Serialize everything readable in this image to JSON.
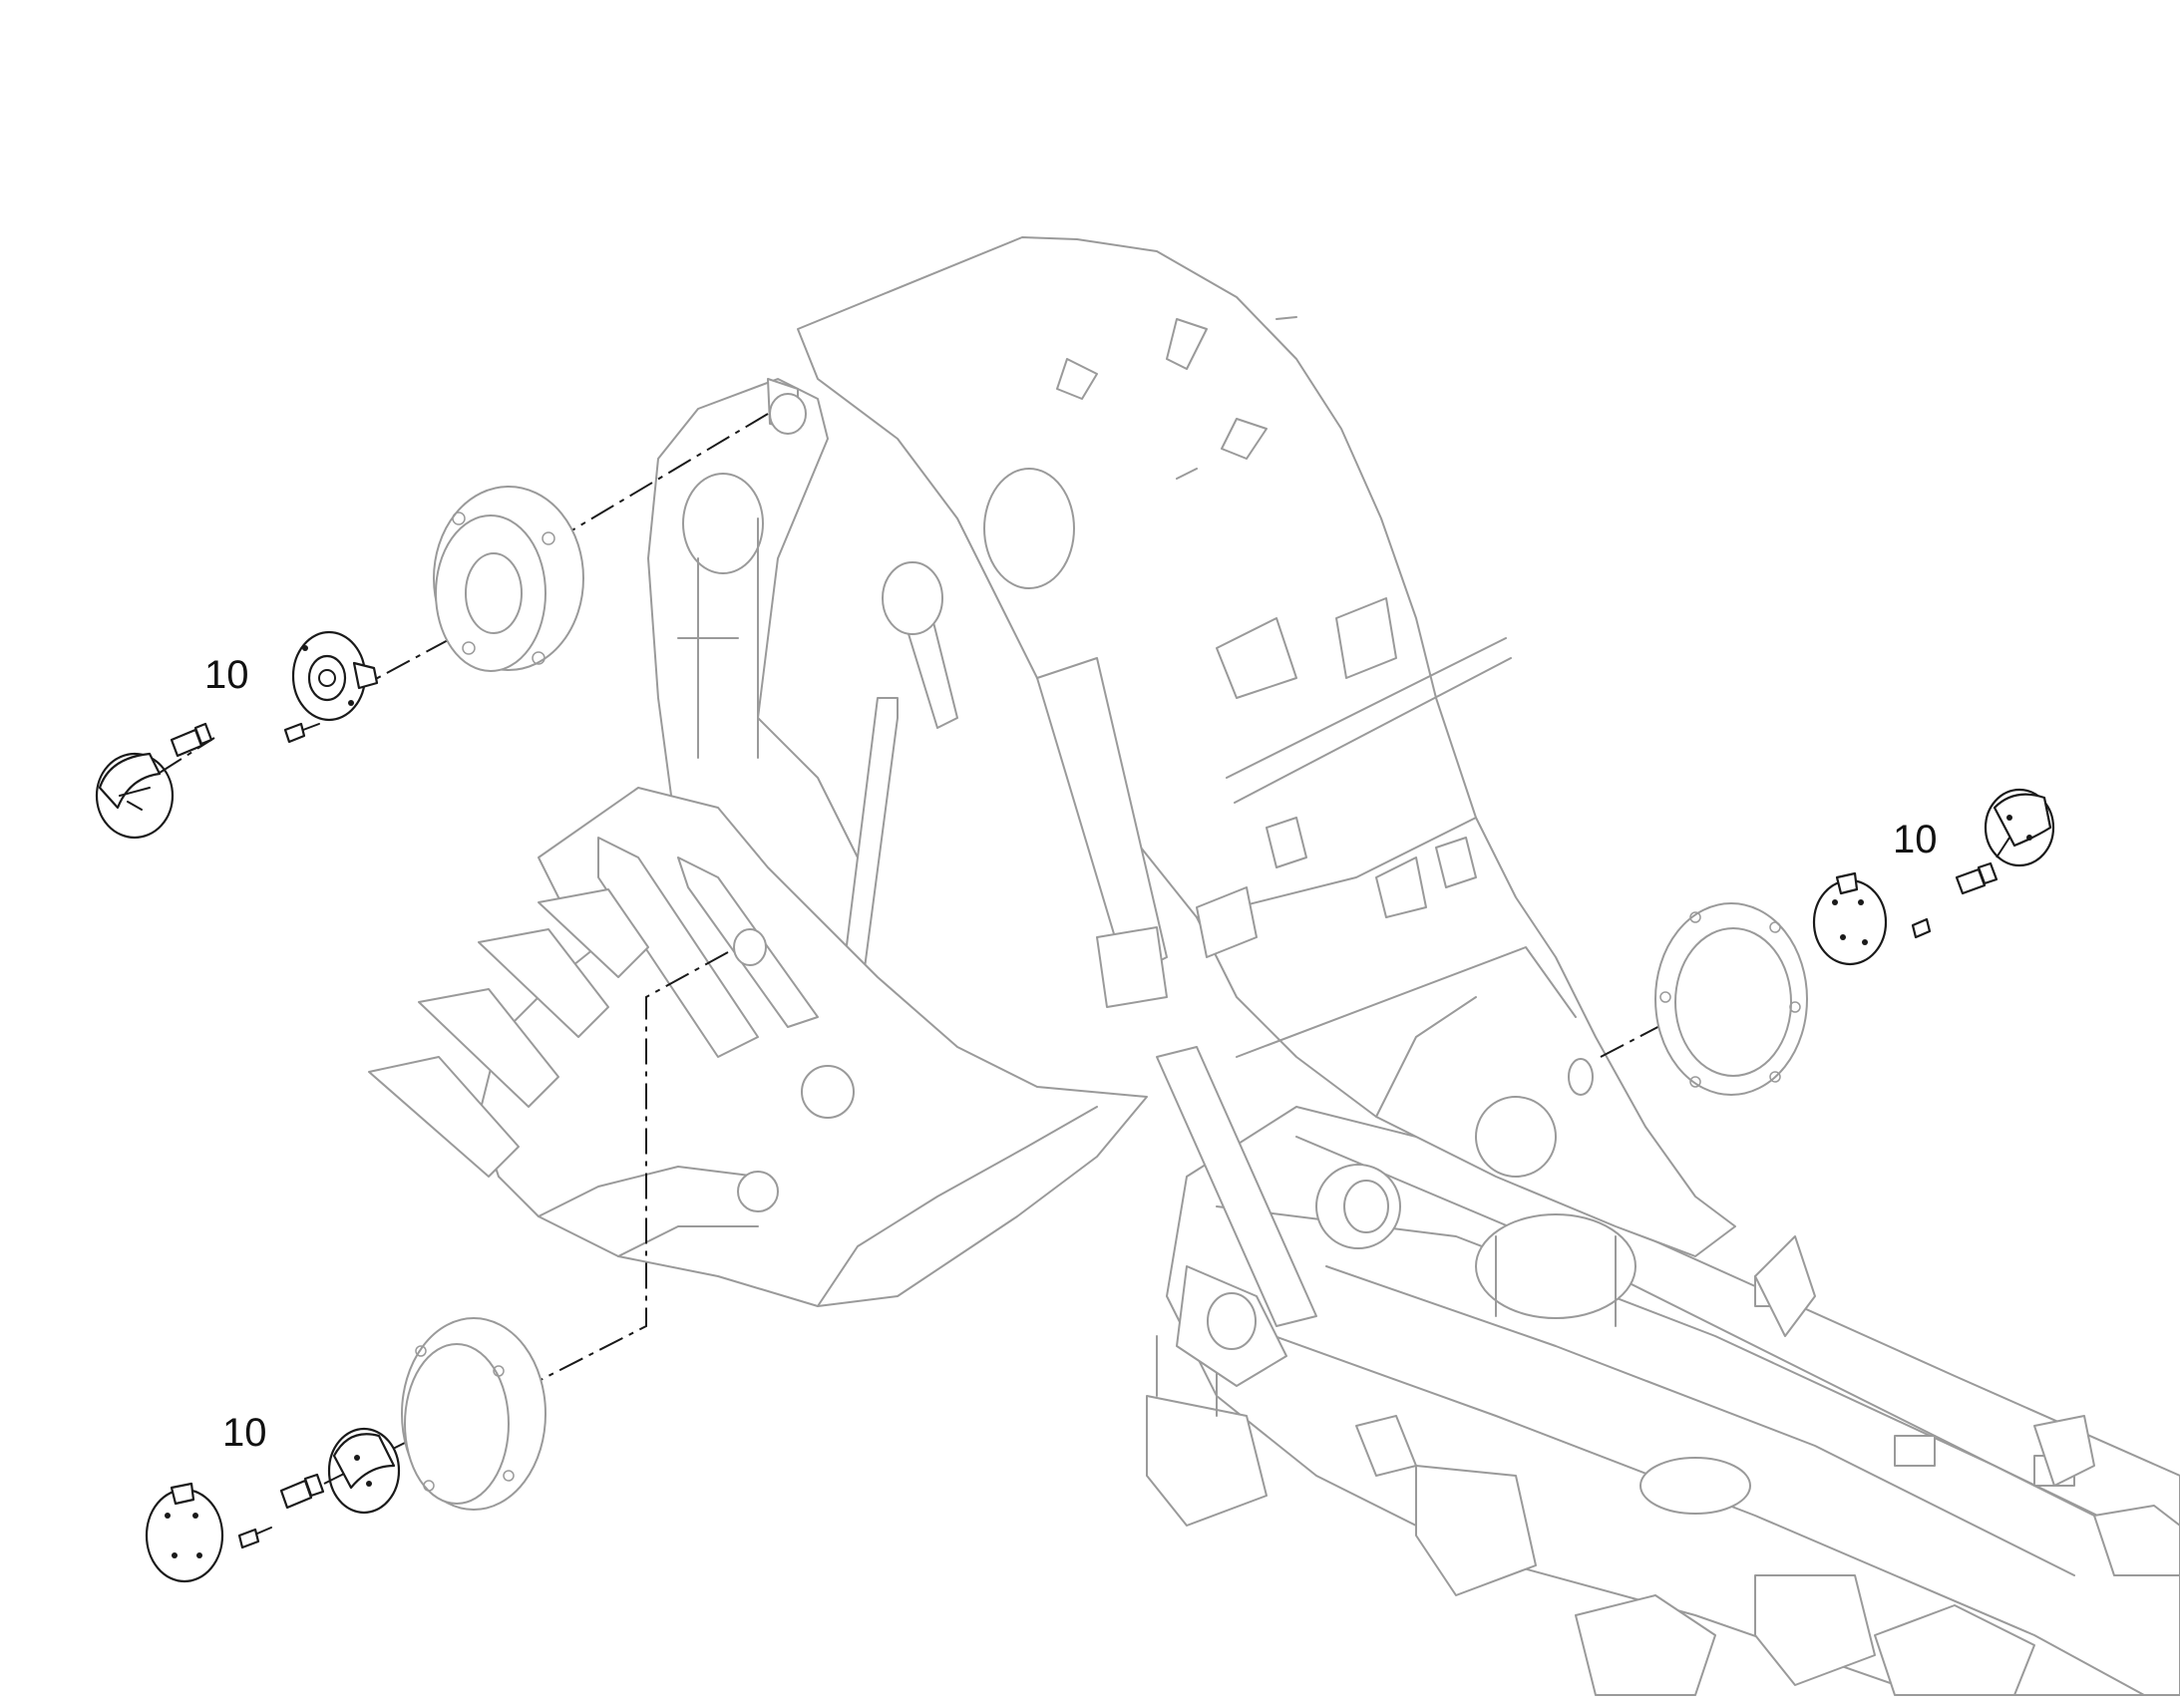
{
  "diagram": {
    "background": "#ffffff",
    "assembly_color": "#9a9a9a",
    "part_color": "#1a1a1a",
    "callouts": [
      {
        "id": "callout-top-left",
        "label": "10"
      },
      {
        "id": "callout-right",
        "label": "10"
      },
      {
        "id": "callout-bottom-left",
        "label": "10"
      }
    ]
  }
}
